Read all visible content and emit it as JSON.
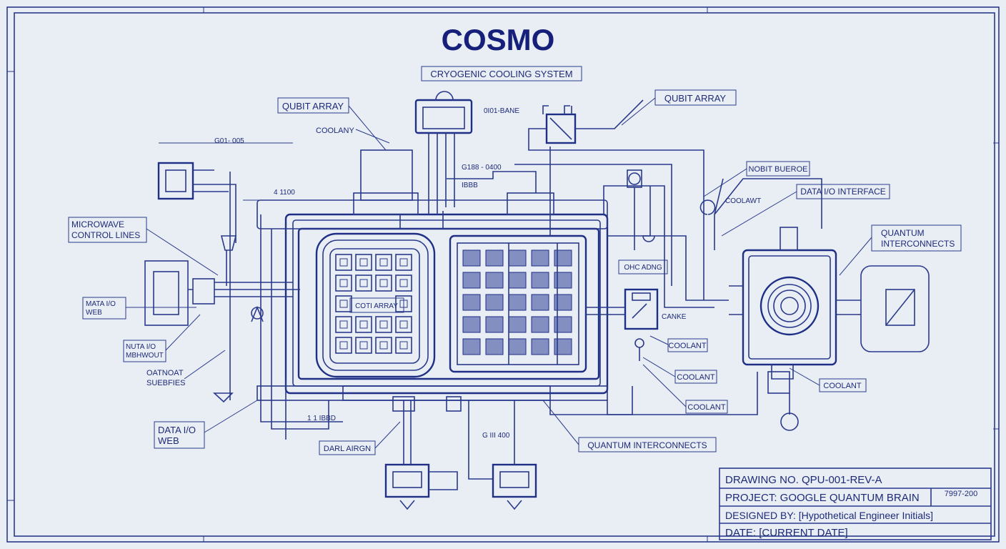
{
  "title": "COSMO",
  "labels": {
    "cryo": "CRYOGENIC COOLING SYSTEM",
    "qubit_left": "QUBIT ARRAY",
    "qubit_right": "QUBIT ARRAY",
    "coolany": "COOLANY",
    "dim_top": "G01- 005",
    "dim_0101": "0I01-BANE",
    "dim_4100": "4 1100",
    "dim_g188": "G188 - 0400",
    "dim_g188b": "IBBB",
    "microwave": "MICROWAVE\nCONTROL LINES",
    "mata": "MATA I/O\nWEB",
    "nuta": "NUTA I/O\nMBHWOUT",
    "oatnoat": "OATNOAT\nSUEBFIES",
    "data_web": "DATA I/O\nWEB",
    "dari": "DARL AIRGN",
    "dim_bottom": "1 1 IBBD",
    "dim_bottom2": "G III 400",
    "core": "COTI ARRAY",
    "nobit": "NOBIT BUEROE",
    "coolawt": "COOLAWT",
    "data_if": "DATA I/O INTERFACE",
    "q_inter_right": "QUANTUM\nINTERCONNECTS",
    "ohc": "OHC  ADNG",
    "canke": "CANKE",
    "coolant1": "COOLANT",
    "coolant2": "COOLANT",
    "coolant3": "COOLANT",
    "coolant4": "COOLANT",
    "q_inter_bottom": "QUANTUM INTERCONNECTS"
  },
  "title_block": {
    "drawing_no": "DRAWING NO. QPU-001-REV-A",
    "project": "PROJECT: GOOGLE QUANTUM BRAIN",
    "rev_code": "7997-200",
    "designed_by": "DESIGNED BY: [Hypothetical Engineer Initials]",
    "date": "DATE: [CURRENT DATE]"
  }
}
